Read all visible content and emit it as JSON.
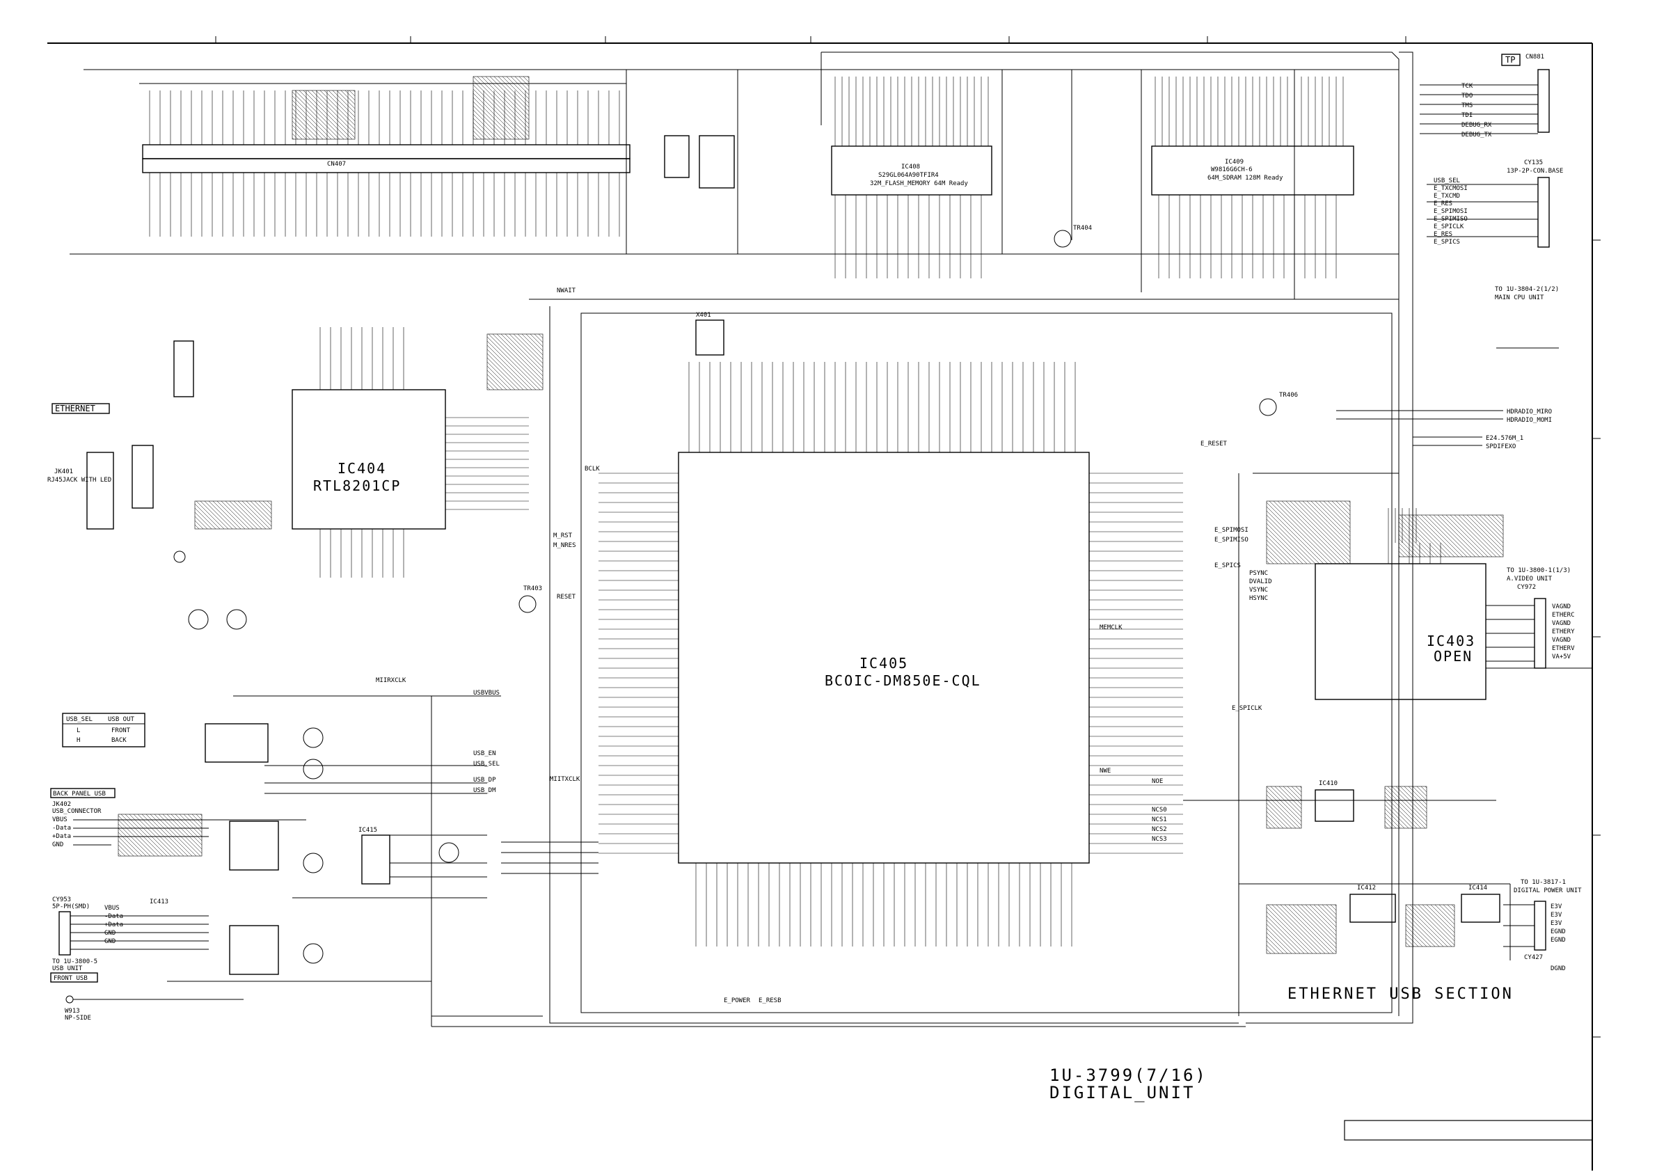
{
  "sheet": {
    "section_title": "ETHERNET USB SECTION",
    "drawing_number": "1U-3799(7/16)",
    "unit_name": "DIGITAL_UNIT"
  },
  "components": {
    "ic405": {
      "ref": "IC405",
      "part": "BCOIC-DM850E-CQL"
    },
    "ic404": {
      "ref": "IC404",
      "part": "RTL8201CP"
    },
    "ic403": {
      "ref": "IC403",
      "part": "OPEN"
    },
    "ic408": {
      "ref": "IC408",
      "part": "S29GL064A90TFIR4"
    },
    "ic408_note": "32M_FLASH_MEMORY 64M Ready",
    "ic409": {
      "ref": "IC409",
      "part": "W9816G6CH-6"
    },
    "ic409_note": "64M_SDRAM 128M Ready",
    "cn407": "CN407",
    "ic410": "IC410",
    "ic412": "IC412",
    "ic414": "IC414",
    "ic415": "IC415",
    "ic413": "IC413",
    "tr403": "TR403",
    "tr404": "TR404",
    "tr406": "TR406",
    "x401": "X401"
  },
  "sections": {
    "ethernet": "ETHERNET",
    "back_panel_usb": "BACK PANEL USB",
    "front_usb": "FRONT USB",
    "tp": "TP"
  },
  "usb_table": {
    "headers": [
      "USB_SEL",
      "USB OUT"
    ],
    "rows": [
      [
        "L",
        "FRONT"
      ],
      [
        "H",
        "BACK"
      ]
    ]
  },
  "connectors": {
    "jk401": "JK401",
    "jk401_desc": "RJ45JACK WITH LED",
    "jk402": "JK402",
    "jk402_desc": "USB_CONNECTOR",
    "cy953": "CY953",
    "cy953_desc": "5P-PH(SMD)",
    "cy953_to": "TO 1U-3800-5",
    "cy953_unit": "USB UNIT",
    "cy135": "CY135",
    "cy135_desc": "13P-2P-CON.BASE",
    "cy135_to": "TO 1U-3804-2(1/2)",
    "cy135_unit": "MAIN CPU UNIT",
    "cy972": "CY972",
    "cy972_to": "TO 1U-3800-1(1/3)",
    "cy972_unit": "A.VIDEO UNIT",
    "cy427": "CY427",
    "cy427_to": "TO 1U-3817-1",
    "cy427_unit": "DIGITAL POWER UNIT",
    "cn881": "CN881",
    "w913": "W913",
    "w913_desc": "NP-SIDE"
  },
  "pins": {
    "usb_back": [
      "VBUS",
      "-Data",
      "+Data",
      "GND"
    ],
    "usb_front": [
      "VBUS",
      "-Data",
      "+Data",
      "GND",
      "GND"
    ],
    "tp_pins": [
      "TCK",
      "TDO",
      "TMS",
      "TDI",
      "DEBUG_RX",
      "DEBUG_TX"
    ],
    "main_cpu": [
      "USB_SEL",
      "E_TXCMOSI",
      "E_TXCMD",
      "E_RES",
      "E_SPIMOSI",
      "E_SPIMISO",
      "E_SPICLK",
      "E_RES",
      "E_SPICS"
    ],
    "video": [
      "VAGND",
      "ETHERC",
      "VAGND",
      "ETHERY",
      "VAGND",
      "ETHERV",
      "VA+5V"
    ],
    "power": [
      "E3V",
      "E3V",
      "E3V",
      "EGND",
      "EGND",
      "DGND"
    ],
    "tdo_cmd": [
      "HDRADIO_MIRO",
      "HDRADIO_MOMI"
    ],
    "spdif": [
      "E24.576M_1",
      "SPDIFEXO"
    ]
  },
  "net_labels": [
    "USB_SEL",
    "USB_EN",
    "USBVBUS",
    "USB_DP",
    "USB_DM",
    "NWAIT",
    "BCLK",
    "M_RST",
    "M_NRES",
    "RESET",
    "MIITXCLK",
    "MIIRXCLK",
    "E_SPIMOSI",
    "E_SPIMISO",
    "E_SPICS",
    "E_SPICLK",
    "MEMCLK",
    "NOE",
    "NWE",
    "NCS0",
    "NCS1",
    "NCS2",
    "NCS3",
    "PSYNC",
    "DVALID",
    "VSYNC",
    "HSYNC",
    "E_RESET",
    "E_POWER",
    "E_RESB"
  ]
}
